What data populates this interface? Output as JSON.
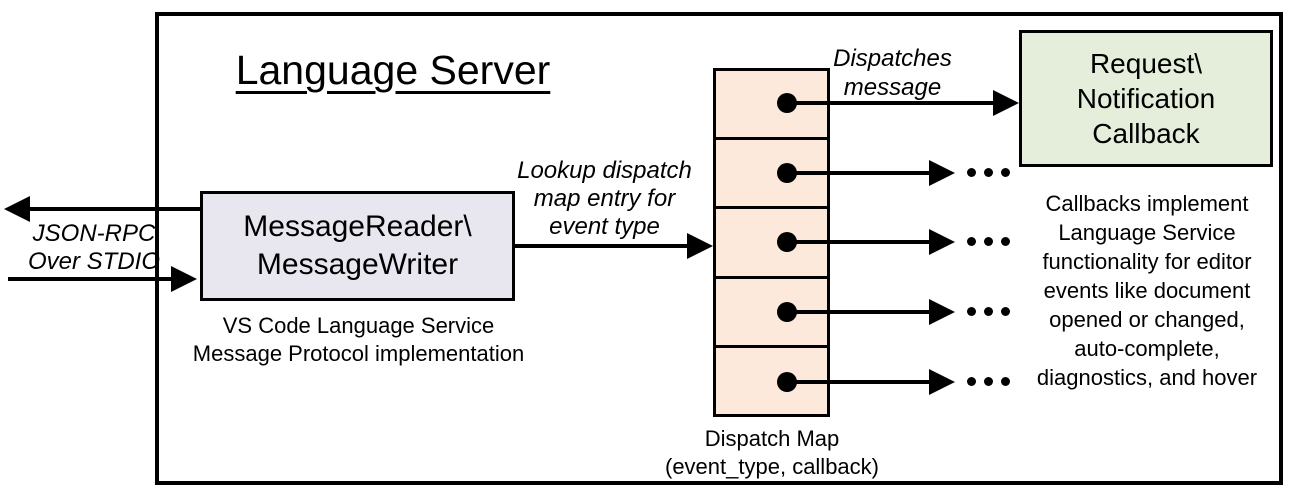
{
  "diagram": {
    "title": "Language Server",
    "io_channel": {
      "label_lines": [
        "JSON-RPC",
        "Over STDIO"
      ]
    },
    "message_handler": {
      "box_lines": [
        "MessageReader\\",
        "MessageWriter"
      ],
      "caption_lines": [
        "VS Code Language Service",
        "Message Protocol implementation"
      ]
    },
    "lookup_arrow": {
      "label_lines": [
        "Lookup dispatch",
        "map entry for",
        "event type"
      ]
    },
    "dispatch_map": {
      "rows": 5,
      "caption_lines": [
        "Dispatch Map",
        "(event_type, callback)"
      ]
    },
    "dispatch_arrow": {
      "label_lines": [
        "Dispatches",
        "message"
      ]
    },
    "callback": {
      "box_lines": [
        "Request\\",
        "Notification",
        "Callback"
      ],
      "caption_lines": [
        "Callbacks implement",
        "Language Service",
        "functionality for editor",
        "events like document",
        "opened or changed,",
        "auto-complete,",
        "diagnostics, and hover"
      ]
    },
    "ellipsis": "...",
    "colors": {
      "message_box_fill": "#e8e6ee",
      "dispatch_map_fill": "#fce9dc",
      "callback_box_fill": "#e5eedb",
      "line_color": "#000000"
    }
  }
}
